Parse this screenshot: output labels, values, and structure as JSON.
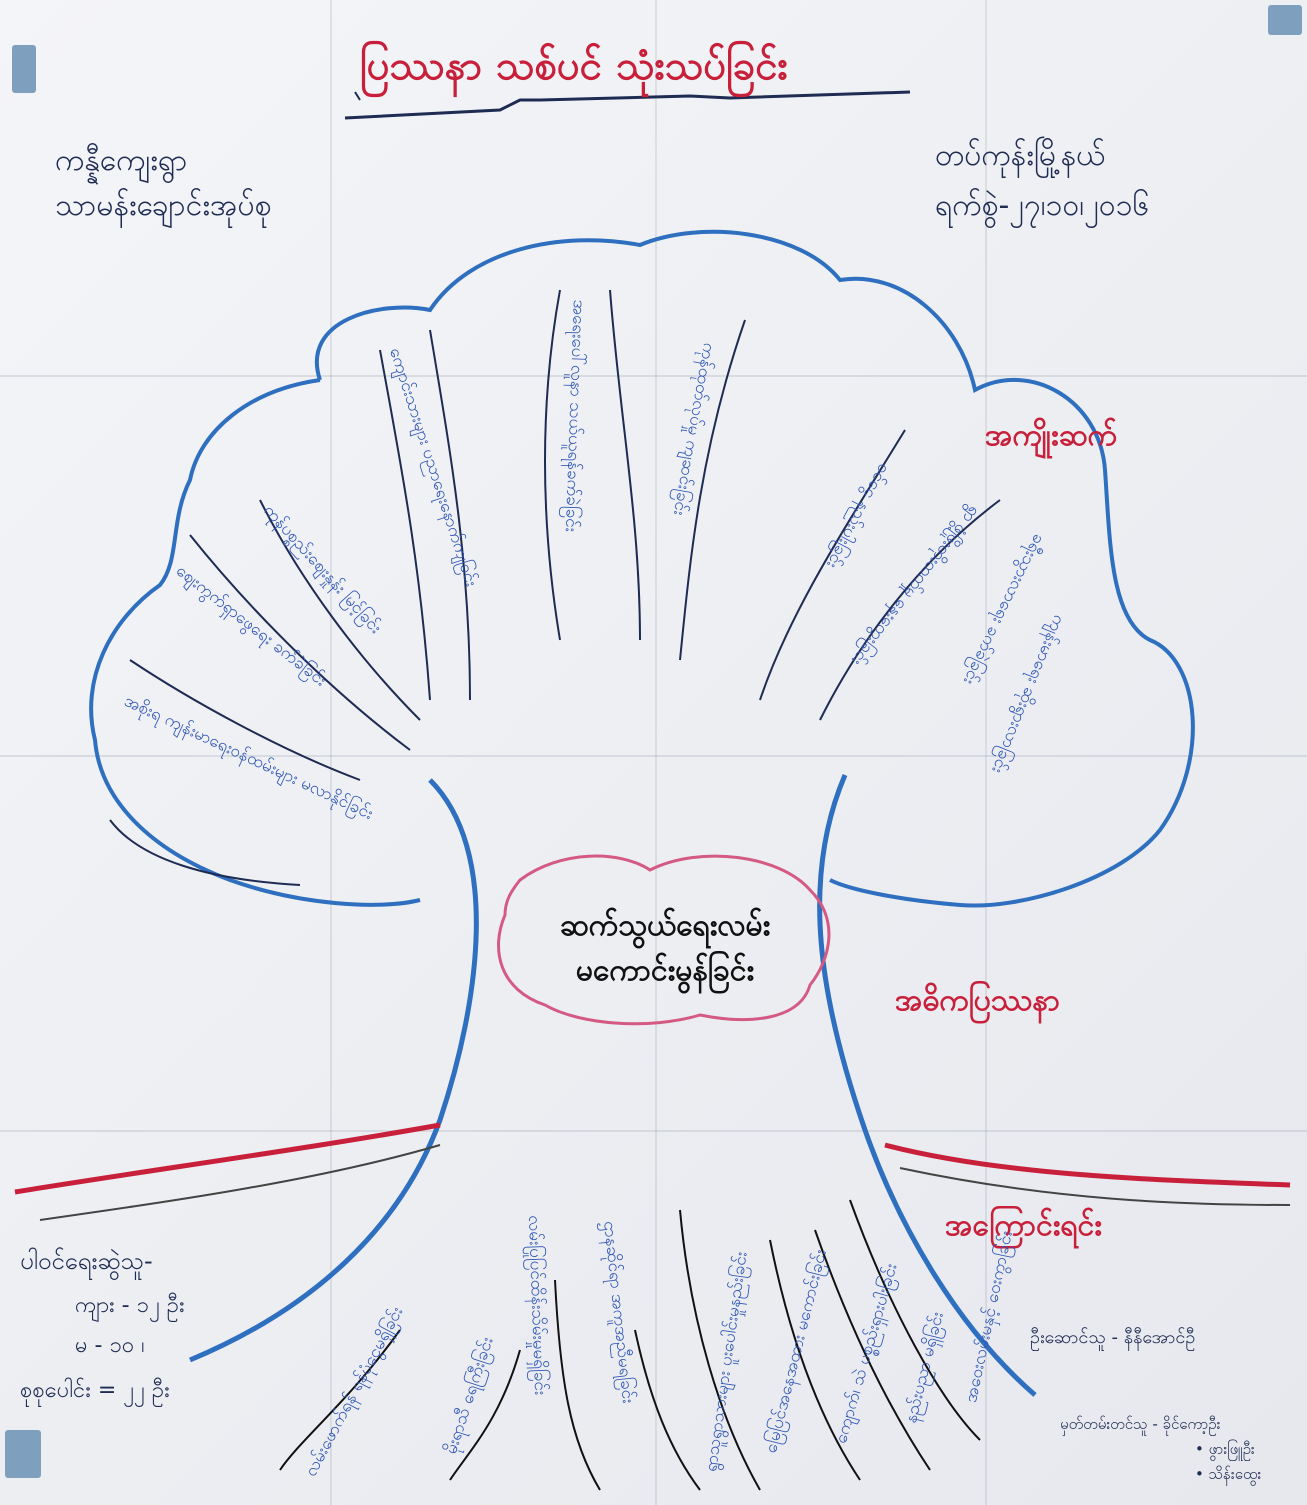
{
  "poster": {
    "title": "ပြဿနာ သစ်ပင် သုံးသပ်ခြင်း",
    "location": [
      "ကန္နီကျေးရွာ",
      "သာမန်းချောင်းအုပ်စု"
    ],
    "date_block": [
      "တပ်ကုန်းမြို့နယ်",
      "ရက်စွဲ-၂၇၊၁၀၊၂၀၁၆"
    ],
    "core_problem": [
      "ဆက်သွယ်ရေးလမ်း",
      "မကောင်းမွန်ခြင်း"
    ],
    "labels": {
      "effects": "အကျိုးဆက်",
      "core": "အဓိကပြဿနာ",
      "causes": "အကြောင်းရင်း"
    },
    "participants": {
      "heading": "ပါဝင်ရေးဆွဲသူ-",
      "men": "ကျား - ၁၂ ဦး",
      "women": "မ - ၁၀ ၊",
      "total": "စုစုပေါင်း = ၂၂ ဦး"
    },
    "facilitator": "ဦးဆောင်သူ - နီနီအောင်ဦ",
    "recorders": [
      "မှတ်တမ်းတင်သူ - ခိုင်ကော့ဦး",
      "• ဖွားဖြူဦး",
      "• သိန်းထွေး"
    ],
    "effects_branches": [
      "အစိုးရ ကျန်းမာရေးဝန်ထမ်းများ မလာနိုင်ခြင်း",
      "ဈေးကွက်ရှာဖွေရေး ခက်ခဲခြင်း",
      "ကုန်ပစ္စည်းဈေးနှုန်း မြင့်ခြင်း",
      "ကျောင်းသားများ ပညာရေးနောက်ကျခြင်း",
      "အရေးပေါ်လူနာ သယ်ယူရန်ခက်ခဲခြင်း",
      "ကုန်ထုတ်လုပ်မှု ကျဆင်းခြင်း",
      "ဝင်ငွေ နည်းပါးခြင်း",
      "ရွာ ဖွံ့ဖြိုးတိုးတက်မှု နှေးကွေးခြင်း",
      "ခရီးသွားလာရေး ခက်ခဲခြင်း",
      "ကျန်းမာရေး ဆိုးရွားလာခြင်း"
    ],
    "cause_branches": [
      "လမ်းဖောက်ရန် ရန်ပုံငွေမရှိခြင်း",
      "မိုးရာသီ ရေကြီးခြင်း",
      "လမ်းပြုပြင်ထိန်းသိမ်းမှုမရှိခြင်း",
      "ဌာနဆိုင်ရာ အကူအညီမရခြင်း",
      "ရွာသူရွာသားများ ပူးပေါင်းမှုနည်းခြင်း",
      "မြေပြင်အနေအထား မကောင်းခြင်း",
      "ကျောက်၊ သဲ ပစ္စည်းရှားပါးခြင်း",
      "နည်းပညာ မရှိခြင်း",
      "အဝေးလမ်းမနှင့် ဝေးကွာခြင်း"
    ],
    "colors": {
      "tree_blue": "#2e6fbf",
      "red": "#c8203a",
      "ink": "#1e2b52",
      "cloud_pink": "#d45a83"
    }
  }
}
